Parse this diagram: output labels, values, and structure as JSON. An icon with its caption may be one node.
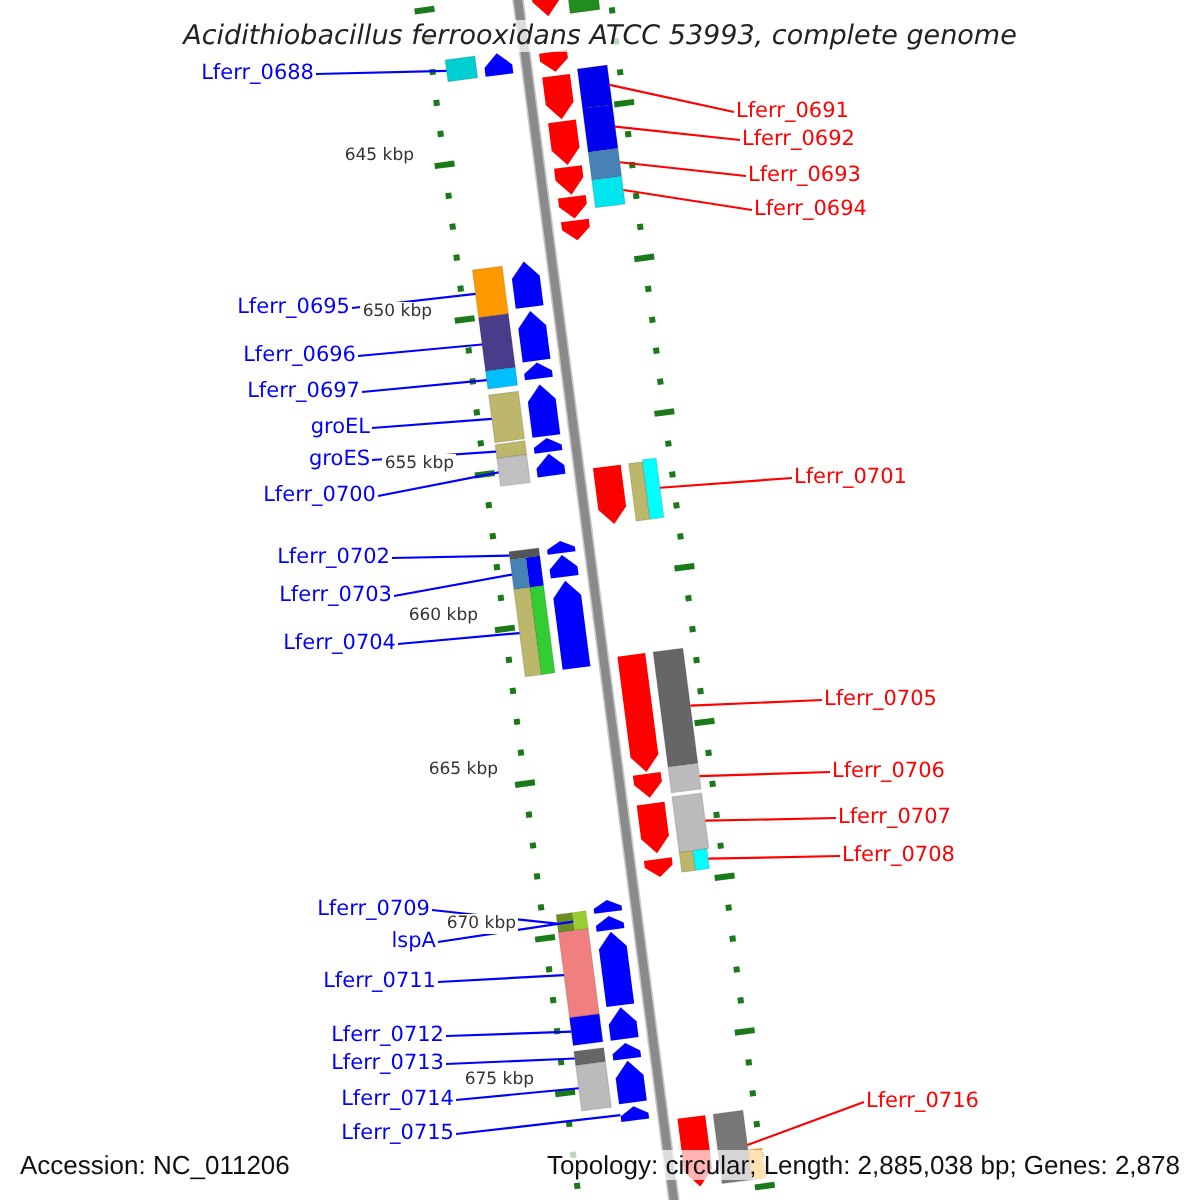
{
  "diagram": {
    "title": "Acidithiobacillus ferrooxidans ATCC 53993, complete genome",
    "nodes": [
      {
        "text": [
          "Lferr_0688"
        ]
      },
      {
        "text": [
          "Lferr_0691"
        ]
      },
      {
        "text": [
          "Lferr_0692"
        ]
      },
      {
        "text": [
          "Lferr_0693"
        ]
      },
      {
        "text": [
          "Lferr_0694"
        ]
      },
      {
        "text": [
          "Lferr_0695"
        ]
      },
      {
        "text": [
          "Lferr_0696"
        ]
      },
      {
        "text": [
          "Lferr_0697"
        ]
      },
      {
        "text": [
          "groEL"
        ]
      },
      {
        "text": [
          "groES"
        ]
      },
      {
        "text": [
          "Lferr_0700"
        ]
      },
      {
        "text": [
          "Lferr_0701"
        ]
      },
      {
        "text": [
          "Lferr_0702"
        ]
      },
      {
        "text": [
          "Lferr_0703"
        ]
      },
      {
        "text": [
          "Lferr_0704"
        ]
      },
      {
        "text": [
          "Lferr_0705"
        ]
      },
      {
        "text": [
          "Lferr_0706"
        ]
      },
      {
        "text": [
          "Lferr_0707"
        ]
      },
      {
        "text": [
          "Lferr_0708"
        ]
      },
      {
        "text": [
          "Lferr_0709"
        ]
      },
      {
        "text": [
          "lspA"
        ]
      },
      {
        "text": [
          "Lferr_0711"
        ]
      },
      {
        "text": [
          "Lferr_0712"
        ]
      },
      {
        "text": [
          "Lferr_0713"
        ]
      },
      {
        "text": [
          "Lferr_0714"
        ]
      },
      {
        "text": [
          "Lferr_0715"
        ]
      },
      {
        "text": [
          "Lferr_0716"
        ]
      },
      {
        "text": [],
        "shape": "box"
      },
      {
        "text": [],
        "shape": "box"
      },
      {
        "text": [],
        "shape": "box"
      },
      {
        "text": [],
        "shape": "box"
      },
      {
        "text": [],
        "shape": "box"
      },
      {
        "text": [],
        "shape": "box"
      },
      {
        "text": [],
        "shape": "box"
      },
      {
        "text": [],
        "shape": "box"
      },
      {
        "text": [],
        "shape": "box"
      },
      {
        "text": [],
        "shape": "box"
      },
      {
        "text": [],
        "shape": "box"
      },
      {
        "text": [],
        "shape": "box"
      },
      {
        "text": [],
        "shape": "box"
      },
      {
        "text": [],
        "shape": "box"
      },
      {
        "text": [],
        "shape": "box"
      },
      {
        "text": [],
        "shape": "box"
      },
      {
        "text": [],
        "shape": "box"
      },
      {
        "text": [],
        "shape": "box"
      },
      {
        "text": [],
        "shape": "box"
      },
      {
        "text": [],
        "shape": "box"
      },
      {
        "text": [],
        "shape": "box"
      },
      {
        "text": [],
        "shape": "box"
      },
      {
        "text": [],
        "shape": "box"
      },
      {
        "text": [],
        "shape": "box"
      },
      {
        "text": [],
        "shape": "box"
      },
      {
        "text": [],
        "shape": "arrow"
      },
      {
        "text": [],
        "shape": "box"
      }
    ],
    "edges": [
      {
        "from": 0,
        "to": 27,
        "arrow": "none"
      },
      {
        "from": 1,
        "to": 28,
        "arrow": "none",
        "color": "#ff0000"
      },
      {
        "from": 2,
        "to": 29,
        "arrow": "none",
        "color": "#ff0000"
      },
      {
        "from": 3,
        "to": 30,
        "arrow": "none",
        "color": "#ff0000"
      },
      {
        "from": 4,
        "to": 31,
        "arrow": "none",
        "color": "#ff0000"
      },
      {
        "from": 5,
        "to": 32,
        "arrow": "none"
      },
      {
        "from": 6,
        "to": 33,
        "arrow": "none"
      },
      {
        "from": 7,
        "to": 34,
        "arrow": "none"
      },
      {
        "from": 8,
        "to": 35,
        "arrow": "none"
      },
      {
        "from": 9,
        "to": 36,
        "arrow": "none"
      },
      {
        "from": 10,
        "to": 37,
        "arrow": "none"
      },
      {
        "from": 11,
        "to": 38,
        "arrow": "none",
        "color": "#ff0000"
      },
      {
        "from": 12,
        "to": 39,
        "arrow": "none"
      },
      {
        "from": 13,
        "to": 40,
        "arrow": "none"
      },
      {
        "from": 14,
        "to": 41,
        "arrow": "none"
      },
      {
        "from": 15,
        "to": 42,
        "arrow": "none",
        "color": "#ff0000"
      },
      {
        "from": 16,
        "to": 43,
        "arrow": "none",
        "color": "#ff0000"
      },
      {
        "from": 17,
        "to": 44,
        "arrow": "none",
        "color": "#ff0000"
      },
      {
        "from": 18,
        "to": 45,
        "arrow": "none",
        "color": "#ff0000"
      },
      {
        "from": 19,
        "to": 46,
        "arrow": "none"
      },
      {
        "from": 20,
        "to": 47,
        "arrow": "none"
      },
      {
        "from": 21,
        "to": 48,
        "arrow": "none"
      },
      {
        "from": 22,
        "to": 49,
        "arrow": "none"
      },
      {
        "from": 23,
        "to": 50,
        "arrow": "none"
      },
      {
        "from": 24,
        "to": 51,
        "arrow": "none"
      },
      {
        "from": 25,
        "to": 52,
        "arrow": "none"
      },
      {
        "from": 26,
        "to": 53,
        "arrow": "none",
        "color": "#ff0000"
      }
    ],
    "labels": [
      "645 kbp",
      "650 kbp",
      "655 kbp",
      "660 kbp",
      "665 kbp",
      "670 kbp",
      "675 kbp",
      "Accession: NC_011206",
      "Topology: circular; Length: 2,885,038 bp; Genes: 2,878"
    ]
  }
}
